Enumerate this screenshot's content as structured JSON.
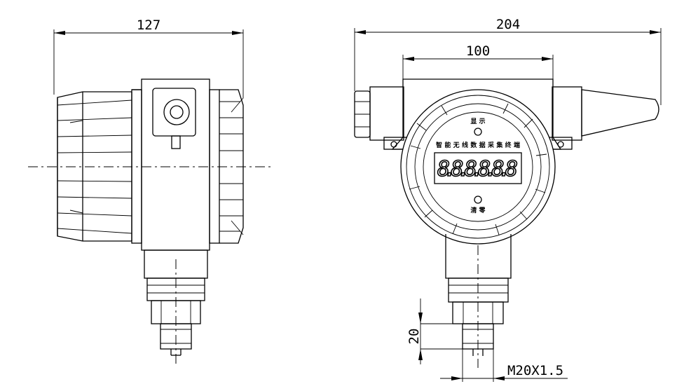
{
  "dimensions": {
    "side_width": "127",
    "total_width": "204",
    "housing_width": "100",
    "thread_length": "20",
    "thread_spec": "M20X1.5"
  },
  "front_panel": {
    "top_button_label": "显 示",
    "title": "智能无线数据采集终端",
    "lcd_readout": "8.8.8.8.8.8",
    "bottom_button_label": "清 零"
  }
}
